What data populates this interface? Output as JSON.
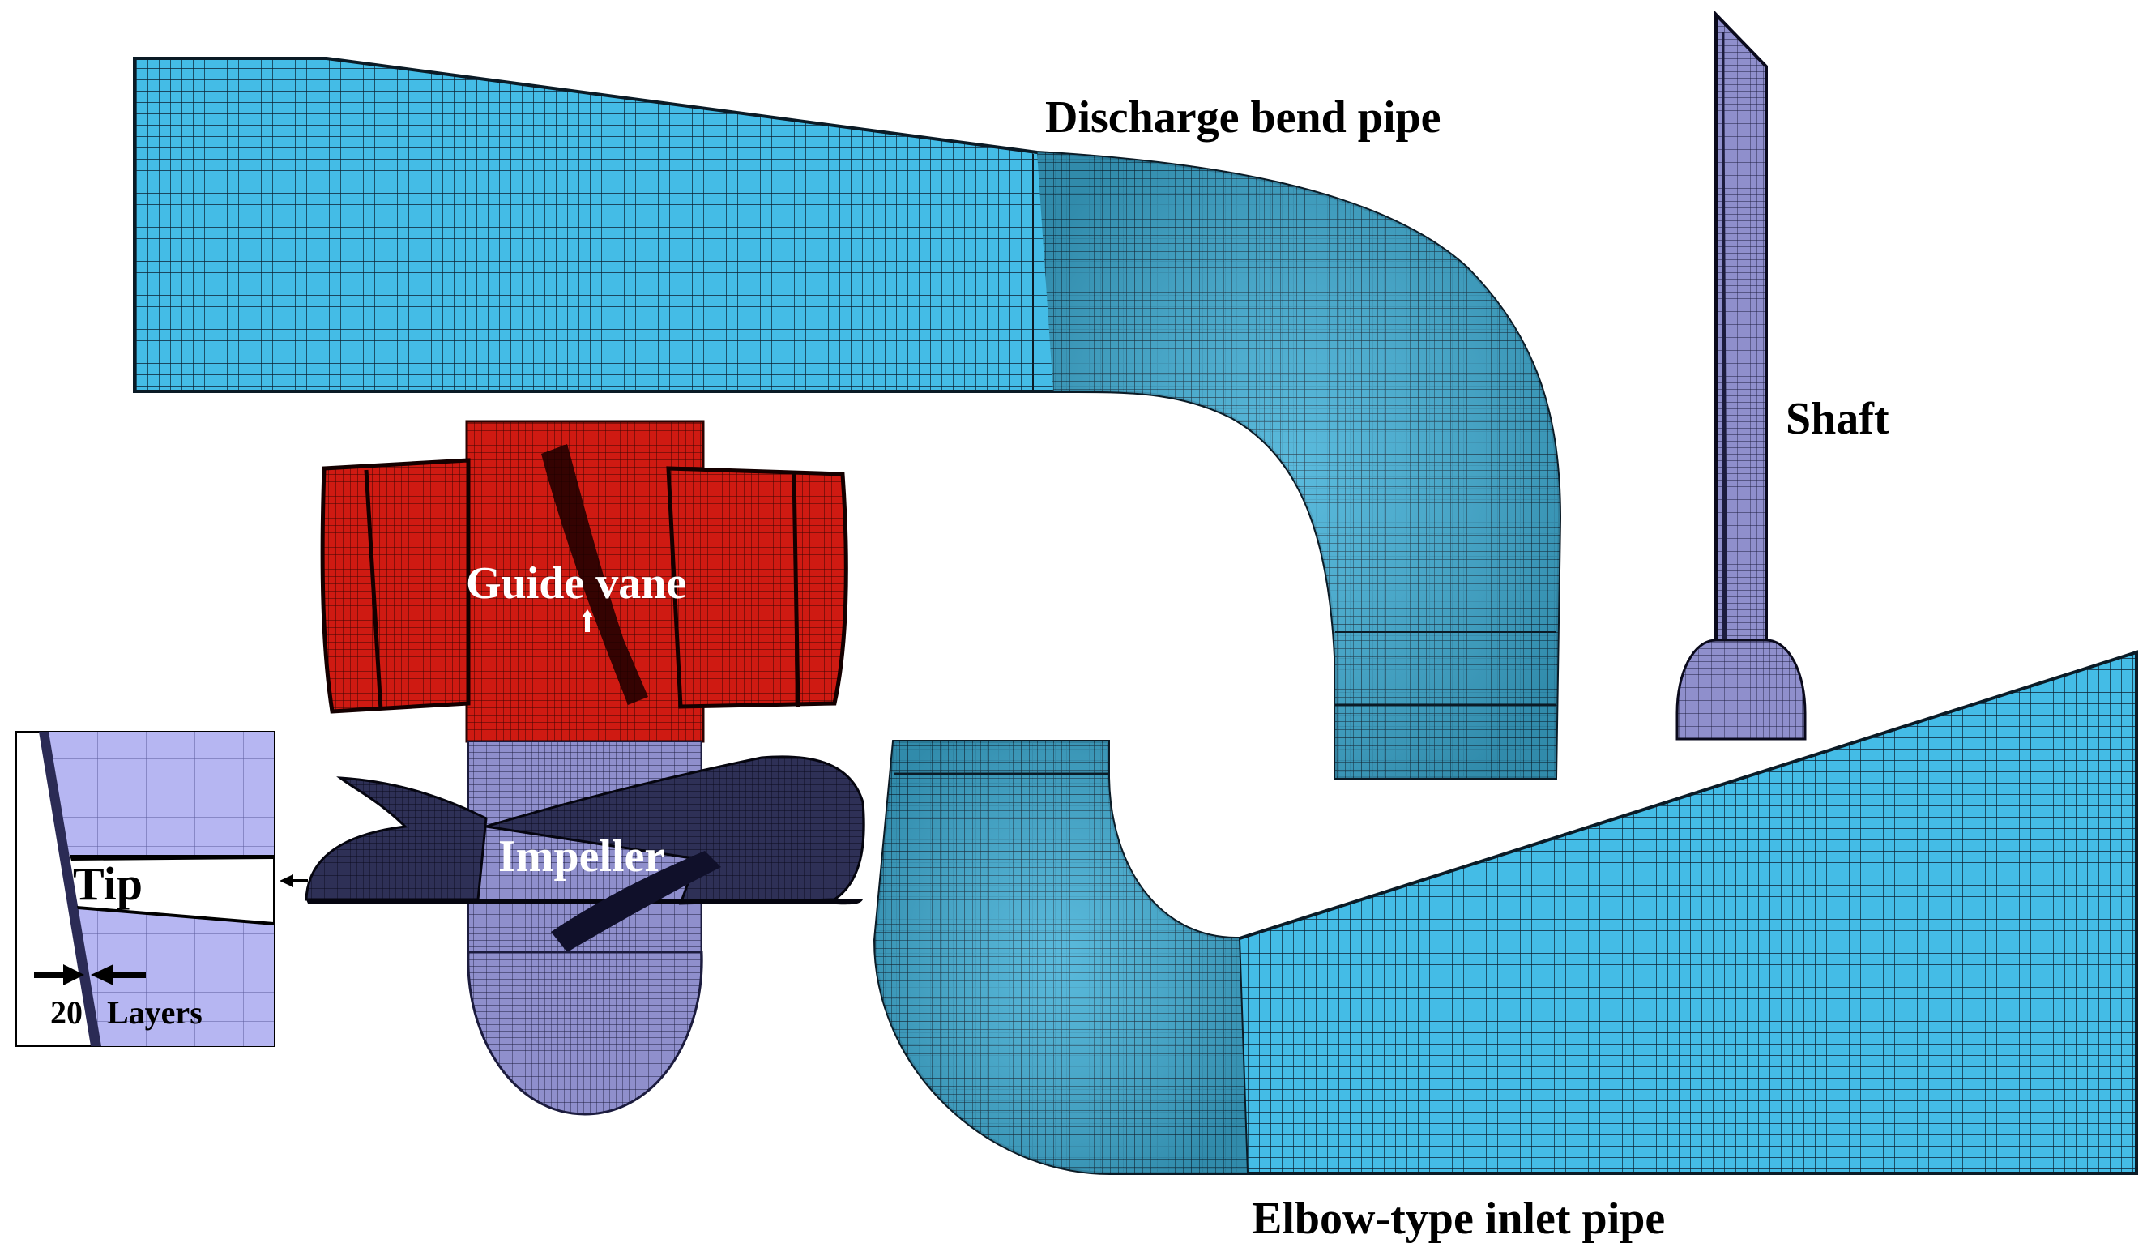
{
  "labels": {
    "discharge": "Discharge bend pipe",
    "shaft": "Shaft",
    "guide_vane": "Guide vane",
    "impeller": "Impeller",
    "inlet": "Elbow-type inlet pipe",
    "tip": "Tip",
    "layers_count": "20",
    "layers_word": "Layers"
  },
  "colors": {
    "pipe_mesh": "#3fb8e0",
    "pipe_mesh_dark": "#2a8fb5",
    "guide_vane": "#c8150f",
    "guide_vane_dark": "#7a0a08",
    "impeller_blade": "#2b2d4f",
    "hub": "#8f8fcc",
    "inset_fill": "#b3b3f0",
    "mesh_line": "#0a1a2a"
  }
}
